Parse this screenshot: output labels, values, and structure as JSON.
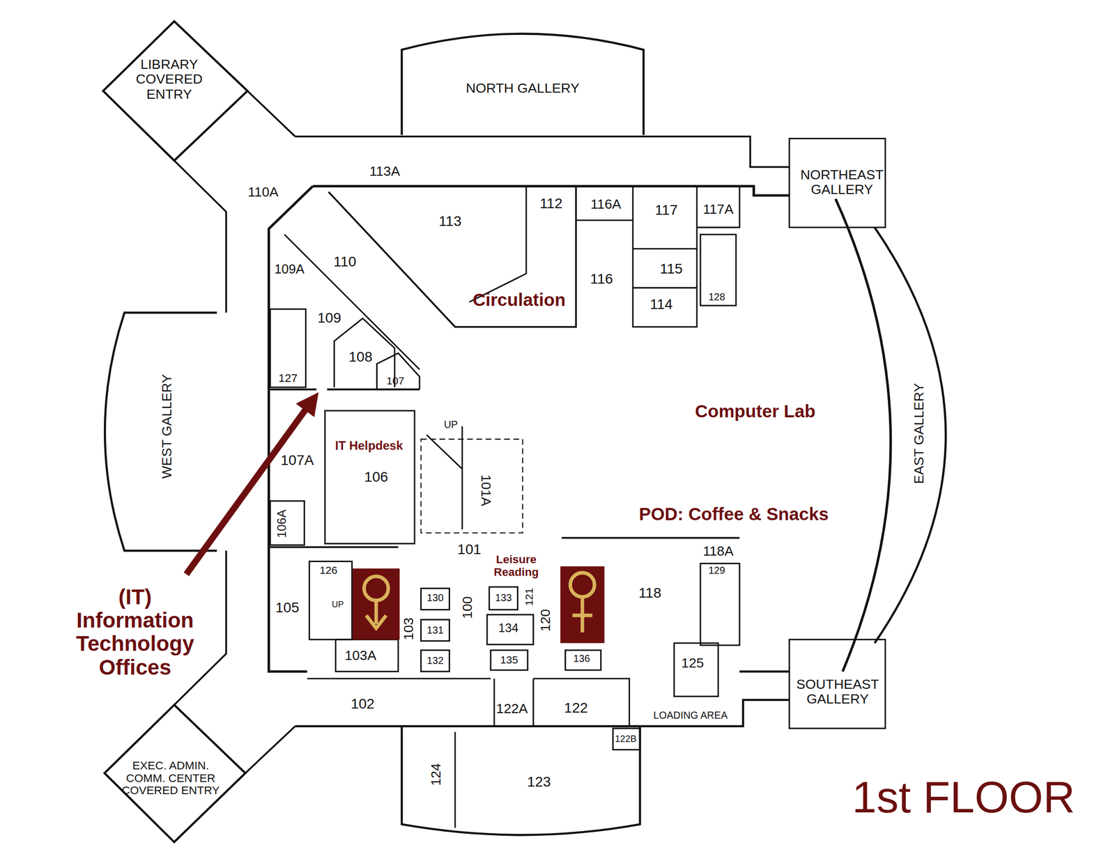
{
  "diagram": {
    "title": "1st FLOOR",
    "labels": [
      "LIBRARY COVERED ENTRY",
      "NORTH GALLERY",
      "NORTHEAST GALLERY",
      "113A",
      "110A",
      "113",
      "112",
      "116A",
      "117",
      "117A",
      "110",
      "109A",
      "116",
      "115",
      "Circulation",
      "114",
      "128",
      "109",
      "108",
      "127",
      "107",
      "WEST GALLERY",
      "Computer Lab",
      "EAST GALLERY",
      "UP",
      "IT Helpdesk",
      "107A",
      "106",
      "101A",
      "106A",
      "POD: Coffee & Snacks",
      "101",
      "Leisure Reading",
      "118A",
      "126",
      "129",
      "130",
      "133",
      "121",
      "118",
      "UP",
      "105",
      "100",
      "134",
      "120",
      "131",
      "103",
      "103A",
      "132",
      "135",
      "136",
      "125",
      "(IT) Information Technology Offices",
      "SOUTHEAST GALLERY",
      "102",
      "122A",
      "122",
      "LOADING AREA",
      "122B",
      "124",
      "123",
      "EXEC. ADMIN. COMM. CENTER COVERED ENTRY"
    ]
  }
}
